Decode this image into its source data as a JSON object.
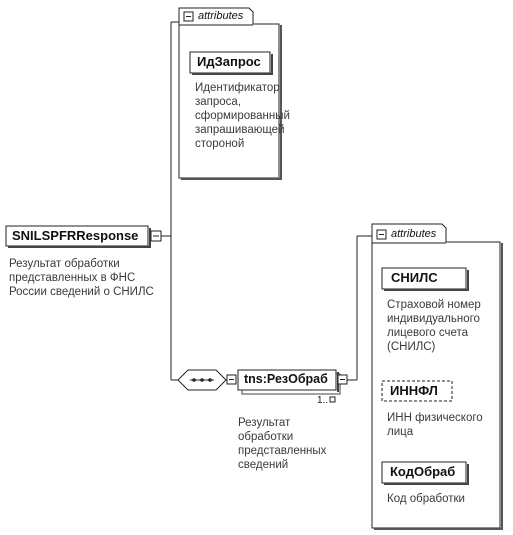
{
  "top_group": {
    "header": "attributes",
    "attribute": {
      "name": "ИдЗапрос",
      "description": "Идентификатор запроса, сформированный запрашивающей стороной"
    }
  },
  "root": {
    "name": "SNILSPFRResponse",
    "description": "Результат обработки представленных в ФНС России сведений о СНИЛС"
  },
  "child": {
    "name": "tns:РезОбраб",
    "multiplicity": "1..",
    "description": "Результат обработки представленных сведений"
  },
  "right_group": {
    "header": "attributes",
    "attributes": [
      {
        "name": "СНИЛС",
        "description": "Страховой номер индивидуального лицевого счета (СНИЛС)",
        "optional": false
      },
      {
        "name": "ИННФЛ",
        "description": "ИНН физического лица",
        "optional": true
      },
      {
        "name": "КодОбраб",
        "description": "Код обработки",
        "optional": false
      }
    ]
  }
}
